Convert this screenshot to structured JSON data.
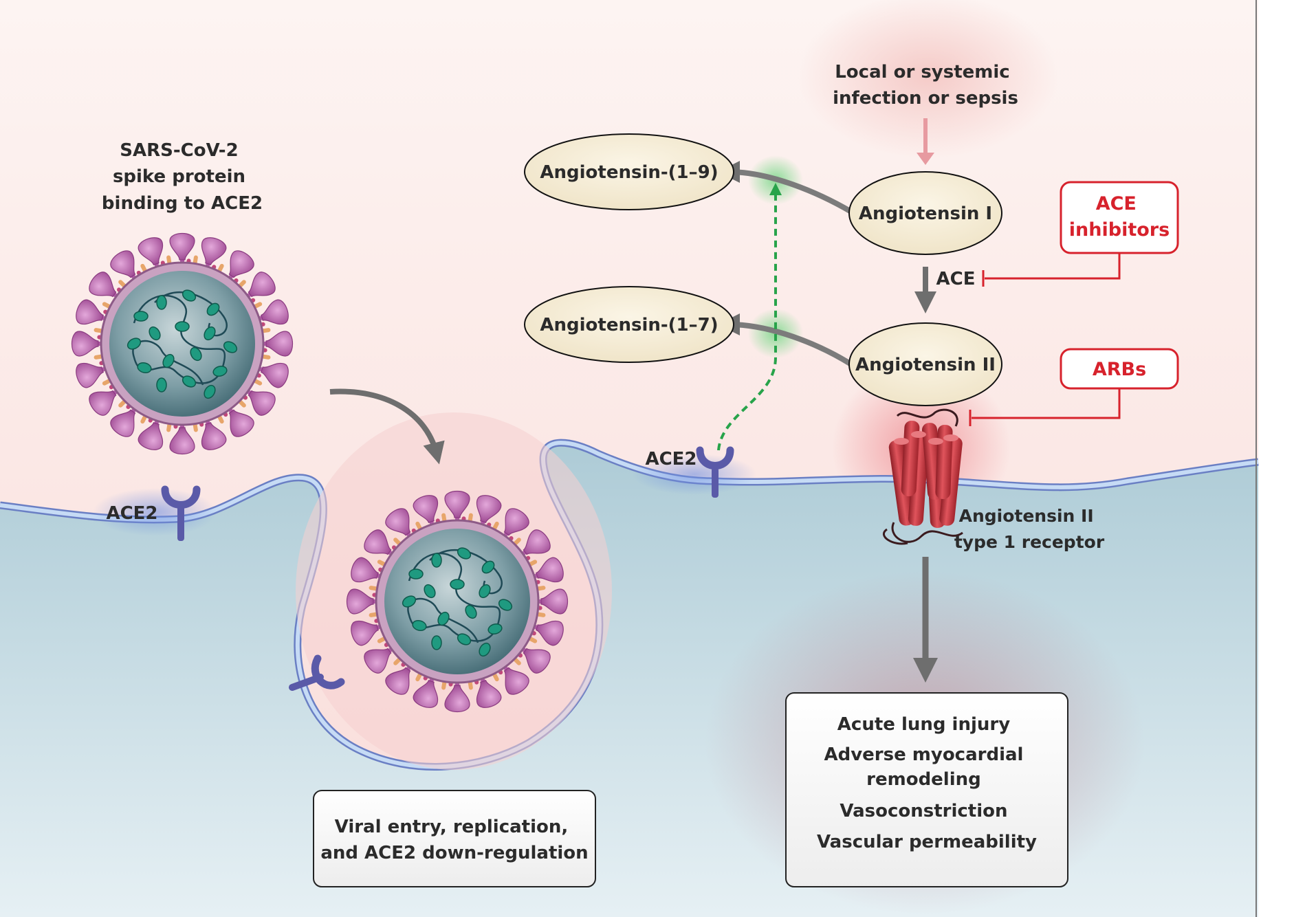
{
  "labels": {
    "virus_caption": [
      "SARS-CoV-2",
      "spike protein",
      "binding to ACE2"
    ],
    "infection": [
      "Local or systemic",
      "infection or sepsis"
    ],
    "ace2_left": "ACE2",
    "ace2_mid": "ACE2",
    "ace": "ACE",
    "ang_1_9": "Angiotensin-(1–9)",
    "ang_1_7": "Angiotensin-(1–7)",
    "ang_1": "Angiotensin I",
    "ang_2": "Angiotensin II",
    "receptor": [
      "Angiotensin II",
      "type 1 receptor"
    ]
  },
  "inhibitors": {
    "ace_inhibitors": [
      "ACE",
      "inhibitors"
    ],
    "arbs": "ARBs"
  },
  "boxes": {
    "viral_entry": [
      "Viral entry, replication,",
      "and ACE2 down-regulation"
    ],
    "outcomes": [
      "Acute lung injury",
      "Adverse myocardial",
      "remodeling",
      "Vasoconstriction",
      "Vascular permeability"
    ]
  },
  "colors": {
    "spike": "#b25aa6",
    "virus_core": "#5f8690",
    "cell": "#b3d1dd",
    "membrane": "#9fbee8",
    "receptor": "#c9343d",
    "inhibitor": "#d7222c",
    "ace2": "#5a5aa8",
    "green_arrow": "#27a34a"
  }
}
